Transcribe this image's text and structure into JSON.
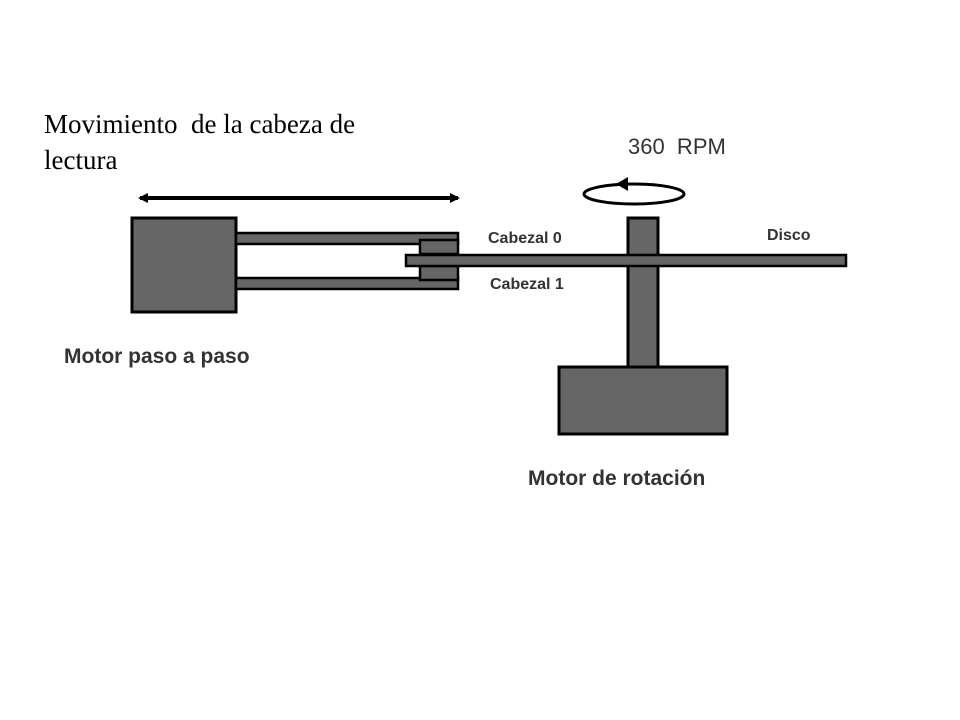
{
  "labels": {
    "head_movement_line1": "Movimiento  de la cabeza de",
    "head_movement_line2": "lectura",
    "rpm": "360  RPM",
    "head0": "Cabezal 0",
    "head1": "Cabezal 1",
    "disk": "Disco",
    "stepper_motor": "Motor paso a paso",
    "rotation_motor": "Motor de rotación"
  },
  "colors": {
    "fill": "#666666",
    "stroke": "#000000",
    "text": "#000000",
    "label_text": "#333333",
    "background": "#ffffff"
  }
}
